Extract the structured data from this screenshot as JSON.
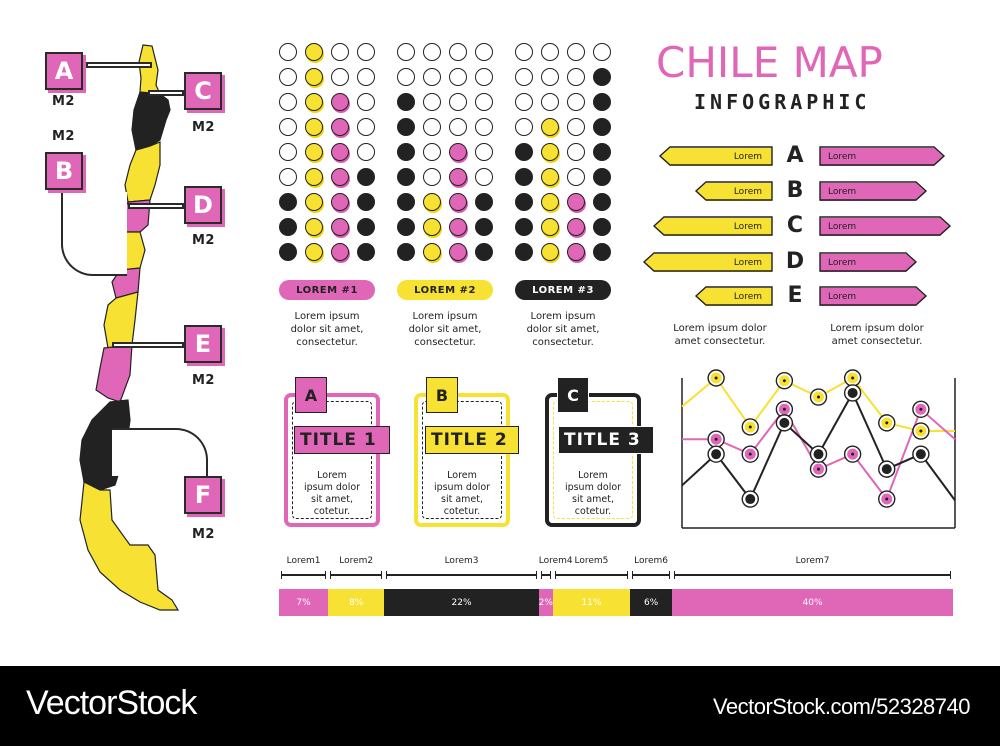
{
  "header": {
    "title": "CHILE MAP",
    "subtitle": "INFOGRAPHIC"
  },
  "colors": {
    "pink": "#e066b8",
    "yellow": "#f7e132",
    "black": "#222222",
    "white": "#ffffff"
  },
  "map": {
    "regions": [
      {
        "letter": "A",
        "unit": "M2",
        "color": "yellow"
      },
      {
        "letter": "B",
        "unit": "M2",
        "color": "pink"
      },
      {
        "letter": "C",
        "unit": "M2",
        "color": "black"
      },
      {
        "letter": "D",
        "unit": "M2",
        "color": "pink"
      },
      {
        "letter": "E",
        "unit": "M2",
        "color": "yellow"
      },
      {
        "letter": "F",
        "unit": "M2",
        "color": "black"
      }
    ]
  },
  "dot_grids": [
    {
      "label": "LOREM #1",
      "pill_color": "pink",
      "caption": [
        "Lorem ipsum",
        "dolor sit amet,",
        "consectetur."
      ],
      "columns_filled": [
        {
          "color": "black",
          "count": 3
        },
        {
          "color": "yellow",
          "count": 9
        },
        {
          "color": "pink",
          "count": 7
        },
        {
          "color": "black",
          "count": 4
        }
      ]
    },
    {
      "label": "LOREM #2",
      "pill_color": "yellow",
      "caption": [
        "Lorem ipsum",
        "dolor sit amet,",
        "consectetur."
      ],
      "columns_filled": [
        {
          "color": "black",
          "count": 7
        },
        {
          "color": "yellow",
          "count": 3
        },
        {
          "color": "pink",
          "count": 5
        },
        {
          "color": "black",
          "count": 3
        }
      ]
    },
    {
      "label": "LOREM #3",
      "pill_color": "black",
      "caption": [
        "Lorem ipsum",
        "dolor sit amet,",
        "consectetur."
      ],
      "columns_filled": [
        {
          "color": "black",
          "count": 5
        },
        {
          "color": "yellow",
          "count": 6
        },
        {
          "color": "pink",
          "count": 3
        },
        {
          "color": "black",
          "count": 8
        }
      ]
    }
  ],
  "comparison": {
    "rows": [
      {
        "letter": "A",
        "left_label": "Lorem",
        "right_label": "Lorem",
        "left_len": 112,
        "right_len": 124
      },
      {
        "letter": "B",
        "left_label": "Lorem",
        "right_label": "Lorem",
        "left_len": 76,
        "right_len": 106
      },
      {
        "letter": "C",
        "left_label": "Lorem",
        "right_label": "Lorem",
        "left_len": 118,
        "right_len": 130
      },
      {
        "letter": "D",
        "left_label": "Lorem",
        "right_label": "Lorem",
        "left_len": 128,
        "right_len": 96
      },
      {
        "letter": "E",
        "left_label": "Lorem",
        "right_label": "Lorem",
        "left_len": 76,
        "right_len": 106
      }
    ],
    "left_caption": [
      "Lorem ipsum dolor",
      "amet consectetur."
    ],
    "right_caption": [
      "Lorem ipsum dolor",
      "amet consectetur."
    ]
  },
  "cards": [
    {
      "letter": "A",
      "title": "TITLE 1",
      "color": "pink",
      "text": [
        "Lorem",
        "ipsum dolor",
        "sit amet,",
        "cotetur."
      ]
    },
    {
      "letter": "B",
      "title": "TITLE 2",
      "color": "yellow",
      "text": [
        "Lorem",
        "ipsum dolor",
        "sit amet,",
        "cotetur."
      ]
    },
    {
      "letter": "C",
      "title": "TITLE 3",
      "color": "black",
      "text": [
        "Lorem",
        "ipsum dolor",
        "sit amet,",
        "cotetur."
      ]
    }
  ],
  "segments": [
    {
      "label": "Lorem1",
      "value": "7%",
      "color": "pink"
    },
    {
      "label": "Lorem2",
      "value": "8%",
      "color": "yellow"
    },
    {
      "label": "Lorem3",
      "value": "22%",
      "color": "black"
    },
    {
      "label": "Lorem4",
      "value": "2%",
      "color": "pink"
    },
    {
      "label": "Lorem5",
      "value": "11%",
      "color": "yellow"
    },
    {
      "label": "Lorem6",
      "value": "6%",
      "color": "black"
    },
    {
      "label": "Lorem7",
      "value": "40%",
      "color": "pink"
    }
  ],
  "chart_data": [
    {
      "type": "line",
      "title": "",
      "xlabel": "",
      "ylabel": "",
      "x": [
        0,
        1,
        2,
        3,
        4,
        5,
        6,
        7,
        8
      ],
      "grid": false,
      "series": [
        {
          "name": "yellow",
          "color": "#f7e132",
          "values": [
            79,
            100,
            64,
            98,
            86,
            100,
            67,
            61,
            61
          ]
        },
        {
          "name": "pink",
          "color": "#e066b8",
          "values": [
            55,
            55,
            44,
            77,
            33,
            44,
            11,
            77,
            55
          ]
        },
        {
          "name": "black",
          "color": "#222222",
          "values": [
            21,
            44,
            11,
            67,
            44,
            89,
            33,
            44,
            10
          ]
        }
      ],
      "ylim": [
        0,
        100
      ]
    },
    {
      "type": "bar",
      "title": "",
      "categories": [
        "Lorem1",
        "Lorem2",
        "Lorem3",
        "Lorem4",
        "Lorem5",
        "Lorem6",
        "Lorem7"
      ],
      "values": [
        7,
        8,
        22,
        2,
        11,
        6,
        40
      ],
      "unit": "%"
    }
  ],
  "footer": {
    "brand": "VectorStock",
    "url": "VectorStock.com/52328740"
  }
}
